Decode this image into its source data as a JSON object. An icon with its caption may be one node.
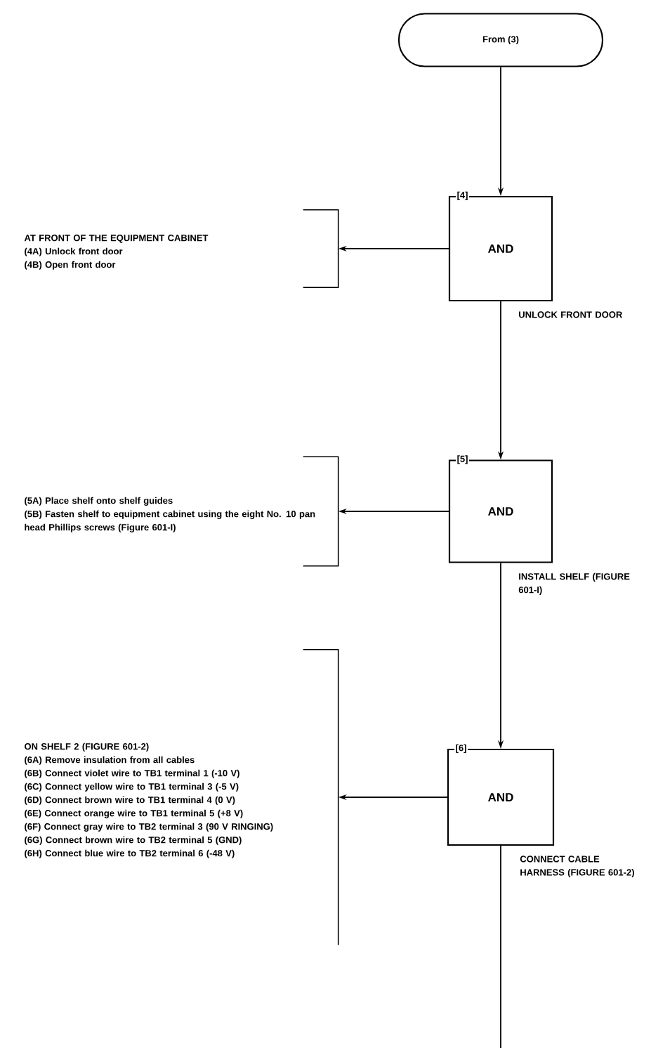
{
  "diagram": {
    "nodes": [
      {
        "text": [
          "From (3)"
        ]
      },
      {
        "text": [
          "[4]",
          "AND"
        ],
        "beside": [
          "UNLOCK FRONT DOOR"
        ]
      },
      {
        "text": [
          "AT FRONT OF THE EQUIPMENT CABINET",
          "(4A) Unlock front door",
          "(4B) Open front door"
        ]
      },
      {
        "text": [
          "[5]",
          "AND"
        ],
        "beside": [
          "INSTALL SHELF (FIGURE 601-I)"
        ]
      },
      {
        "text": [
          "(5A) Place shelf onto shelf guides",
          "(5B) Fasten shelf to equipment cabinet using the eight No. 10 pan head Phillips screws (Figure 601-I)"
        ]
      },
      {
        "text": [
          "[6]",
          "AND"
        ],
        "beside": [
          "CONNECT CABLE HARNESS (FIGURE 601-2)"
        ]
      },
      {
        "text": [
          "ON SHELF 2 (FIGURE 601-2)",
          "(6A) Remove insulation from all cables",
          "(6B) Connect violet wire to TB1 terminal 1 (-10 V)",
          "(6C) Connect yellow wire to TB1 terminal 3 (-5 V)",
          "(6D) Connect brown wire to TB1 terminal 4 (0 V)",
          "(6E) Connect orange wire to TB1 terminal 5 (+8 V)",
          "(6F) Connect gray wire to TB2 terminal 3 (90 V RINGING)",
          "(6G) Connect brown wire to TB2 terminal 5 (GND)",
          "(6H) Connect blue wire to TB2 terminal 6 (-48 V)"
        ]
      }
    ],
    "edges": [
      {
        "from": 0,
        "to": 1,
        "arrow": "to"
      },
      {
        "from": 1,
        "to": 2,
        "arrow": "to"
      },
      {
        "from": 1,
        "to": 3,
        "arrow": "to"
      },
      {
        "from": 3,
        "to": 4,
        "arrow": "to"
      },
      {
        "from": 3,
        "to": 5,
        "arrow": "to"
      },
      {
        "from": 5,
        "to": 6,
        "arrow": "to"
      },
      {
        "from": 5,
        "to": null,
        "arrow": "none"
      }
    ]
  }
}
